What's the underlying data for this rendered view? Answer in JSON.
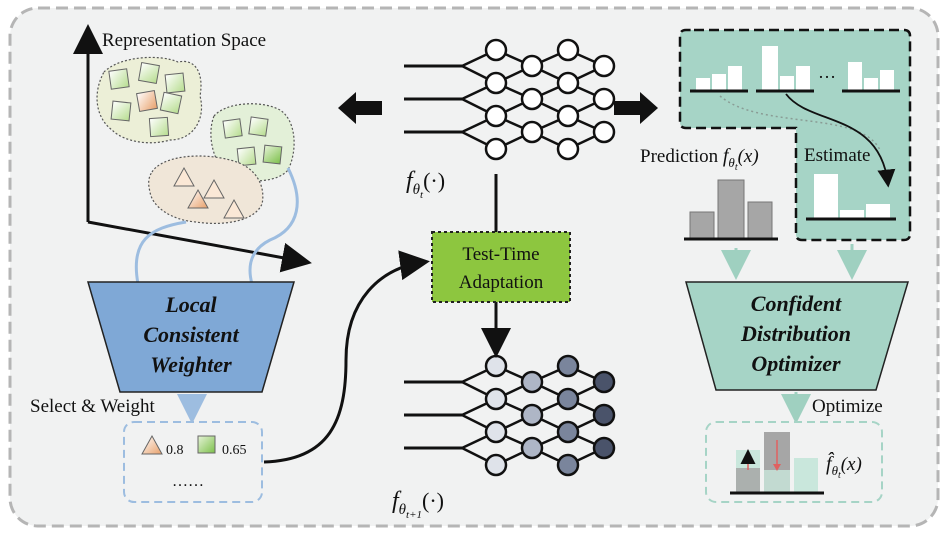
{
  "representation_space": {
    "title": "Representation Space",
    "select_weight_label": "Select & Weight",
    "selected_samples": [
      {
        "shape": "triangle",
        "color": "#f2b98a",
        "weight": "0.8"
      },
      {
        "shape": "square",
        "color": "#9bd16a",
        "weight": "0.65"
      }
    ],
    "more": "……"
  },
  "weighter": {
    "line1": "Local",
    "line2": "Consistent",
    "line3": "Weighter",
    "fill": "#7fa8d6"
  },
  "model": {
    "current_base": "f",
    "current_sub": "θ",
    "current_subsub": "t",
    "current_arg": "(·)",
    "next_base": "f",
    "next_sub": "θ",
    "next_subsub": "t+1",
    "next_arg": "(·)"
  },
  "tta": {
    "line1": "Test-Time",
    "line2": "Adaptation",
    "fill": "#8dc63f"
  },
  "prediction": {
    "label_prefix": "Prediction ",
    "label_base": "f",
    "label_sub": "θ",
    "label_subsub": "t",
    "label_arg": "(x)",
    "ellipsis": "…",
    "estimate_label": "Estimate",
    "panel_fill": "#a6d4c6"
  },
  "optimizer": {
    "line1": "Confident",
    "line2": "Distribution",
    "line3": "Optimizer",
    "fill": "#a6d4c6",
    "optimize_label": "Optimize",
    "output_base": "f̂",
    "output_sub": "θ",
    "output_subsub": "t",
    "output_arg": "(x)"
  }
}
